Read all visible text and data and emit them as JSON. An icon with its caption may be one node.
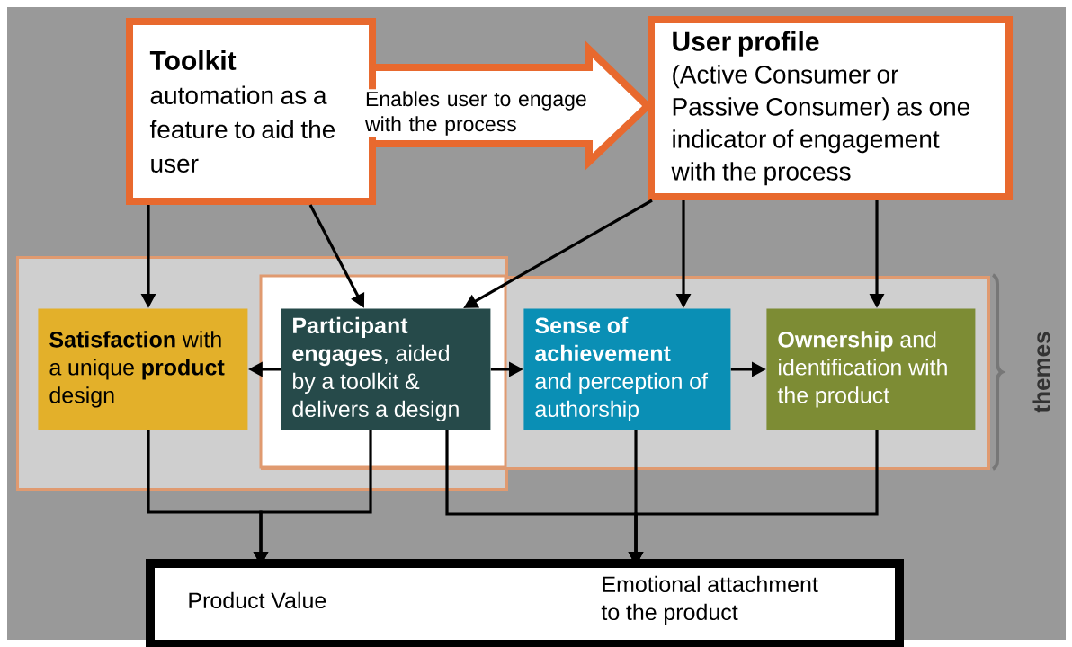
{
  "diagram": {
    "nodes": [
      {
        "text": [
          "Toolkit",
          "automation as a feature to aid the user"
        ]
      },
      {
        "text": [
          "User profile",
          "(Active Consumer or Passive Consumer) as one indicator of engagement with the process"
        ]
      },
      {
        "text": [],
        "shape": "box"
      },
      {
        "text": [],
        "shape": "box"
      },
      {
        "text": [
          "**Satisfaction** with a unique **product** design"
        ],
        "in": 2
      },
      {
        "text": [
          "**Participant engages**, aided by a toolkit & delivers a design"
        ]
      },
      {
        "text": [
          "**Sense of achievement** and perception of authorship"
        ],
        "in": 3
      },
      {
        "text": [
          "**Ownership** and identification with the product"
        ],
        "in": 3
      },
      {
        "text": [],
        "shape": "box"
      },
      {
        "text": [
          "Product Value"
        ],
        "in": 8
      },
      {
        "text": [
          "Emotional attachment to the product"
        ],
        "in": 8
      }
    ],
    "edges": [
      {
        "from": 0,
        "to": 4,
        "arrow": "to"
      },
      {
        "from": 0,
        "to": 5,
        "arrow": "to"
      },
      {
        "from": 1,
        "to": 5,
        "arrow": "to"
      },
      {
        "from": 1,
        "to": 6,
        "arrow": "to"
      },
      {
        "from": 1,
        "to": 7,
        "arrow": "to"
      },
      {
        "from": 5,
        "to": 4,
        "arrow": "to"
      },
      {
        "from": 5,
        "to": 6,
        "arrow": "to"
      },
      {
        "from": 6,
        "to": 7,
        "arrow": "to"
      },
      {
        "from": 4,
        "to": 9,
        "arrow": "to"
      },
      {
        "from": 5,
        "to": 9,
        "arrow": "to"
      },
      {
        "from": 5,
        "to": 10,
        "arrow": "to"
      },
      {
        "from": 6,
        "to": 10,
        "arrow": "to"
      },
      {
        "from": 7,
        "to": 10,
        "arrow": "to"
      },
      {
        "from": 0,
        "to": 1,
        "arrow": "to",
        "label": "Enables user to engage with the process",
        "style": "thick",
        "color": "#e8692e"
      }
    ],
    "labels": [
      "themes"
    ]
  }
}
